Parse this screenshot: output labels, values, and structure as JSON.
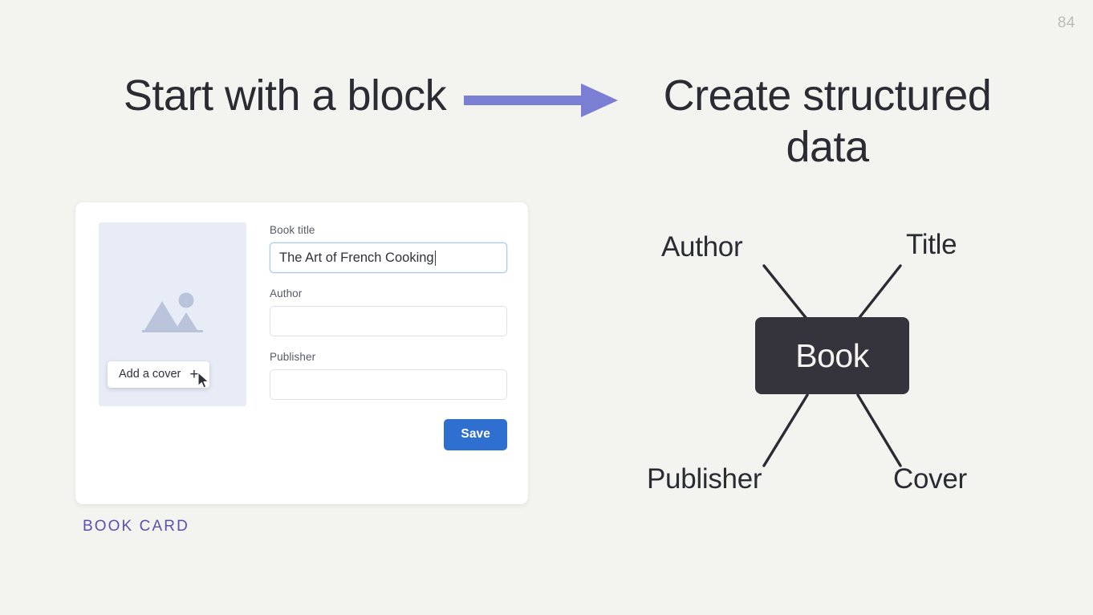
{
  "slide": {
    "page_number": "84",
    "background_color": "#f3f4ef"
  },
  "headings": {
    "left": "Start with a block",
    "right": "Create structured data"
  },
  "arrow": {
    "icon": "arrow-right-icon",
    "color": "#7b7fd4",
    "direction": "right"
  },
  "card": {
    "caption": "BOOK CARD",
    "caption_color": "#5b4fb0",
    "cover": {
      "icon": "image-placeholder-icon",
      "background_color": "#e7ecf7",
      "icon_color": "#b9c4da",
      "add_cover_label": "Add a cover",
      "add_cover_plus": "+",
      "cursor_icon": "mouse-pointer-icon"
    },
    "fields": [
      {
        "label": "Book title",
        "value": "The Art of French Cooking",
        "focused": true,
        "placeholder": ""
      },
      {
        "label": "Author",
        "value": "",
        "focused": false,
        "placeholder": ""
      },
      {
        "label": "Publisher",
        "value": "",
        "focused": false,
        "placeholder": ""
      }
    ],
    "save_label": "Save",
    "save_color": "#2f6fd0"
  },
  "diagram": {
    "center_node": "Book",
    "center_node_color": "#35343c",
    "nodes": [
      {
        "label": "Author",
        "position": "top-left"
      },
      {
        "label": "Title",
        "position": "top-right"
      },
      {
        "label": "Publisher",
        "position": "bottom-left"
      },
      {
        "label": "Cover",
        "position": "bottom-right"
      }
    ],
    "connector_color": "#2b2b33"
  }
}
